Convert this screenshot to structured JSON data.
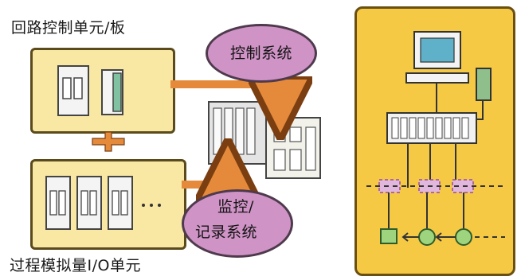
{
  "labels": {
    "loop_control_unit": "回路控制单元/板",
    "analog_io_unit": "过程模拟量I/O单元"
  },
  "bubbles": {
    "control_system": "控制系统",
    "monitor_line1": "监控/",
    "monitor_line2": "记录系统"
  },
  "colors": {
    "panel_fill": "#f9e7a4",
    "system_panel_fill": "#f6c945",
    "bubble_fill": "#cf93c6",
    "arrow_orange": "#e58a3b",
    "node_green": "#9fd47f",
    "dashed_magenta": "#c278b4"
  }
}
